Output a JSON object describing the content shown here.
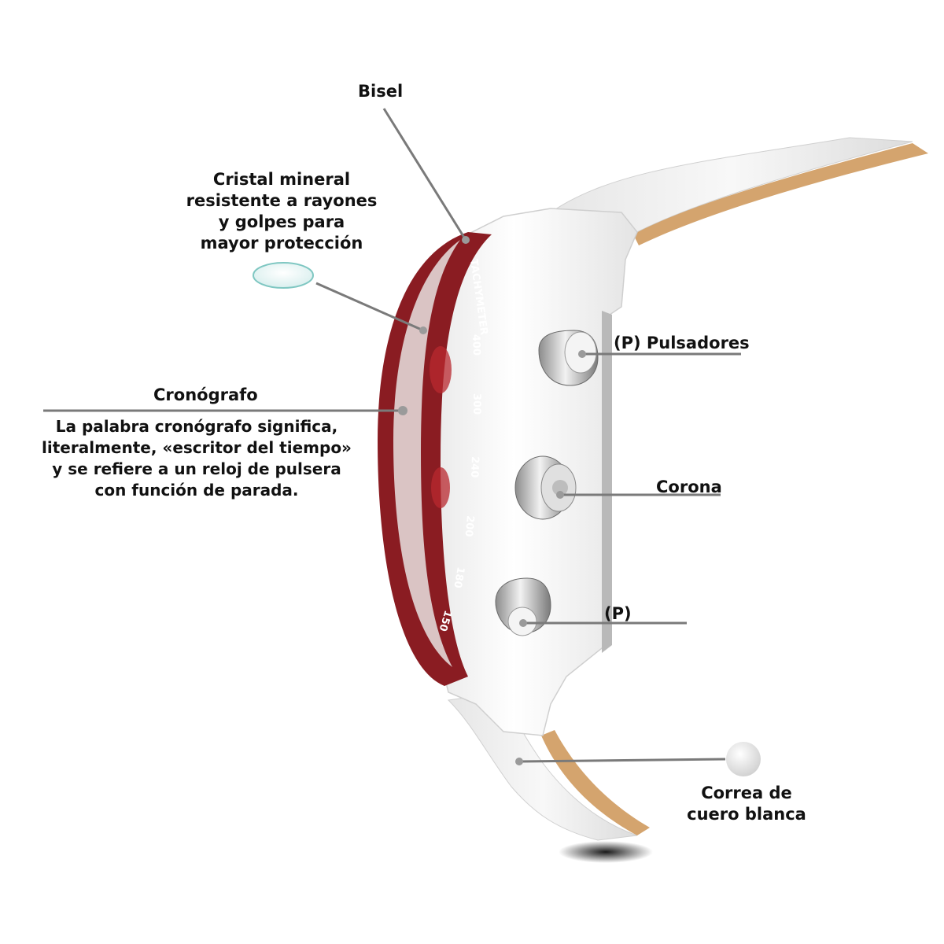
{
  "labels": {
    "bisel": "Bisel",
    "cristal": [
      "Cristal mineral",
      "resistente a rayones",
      "y golpes para",
      "mayor protección"
    ],
    "cronografo_title": "Cronógrafo",
    "cronografo_desc": [
      "La palabra cronógrafo significa,",
      "literalmente, «escritor del tiempo»",
      "y se refiere a un reloj de pulsera",
      "con función de parada."
    ],
    "pulsadores": "(P) Pulsadores",
    "corona": "Corona",
    "p": "(P)",
    "correa": [
      "Correa de",
      "cuero blanca"
    ]
  },
  "bezel": {
    "label": "TACHYMETER",
    "scale": [
      "400",
      "300",
      "240",
      "200",
      "180",
      "150"
    ]
  },
  "colors": {
    "bezel": "#8a1c22",
    "case": "#f7f7f7",
    "leader": "#7a7a7a",
    "strap_edge": "#c89a62",
    "text": "#111111"
  }
}
